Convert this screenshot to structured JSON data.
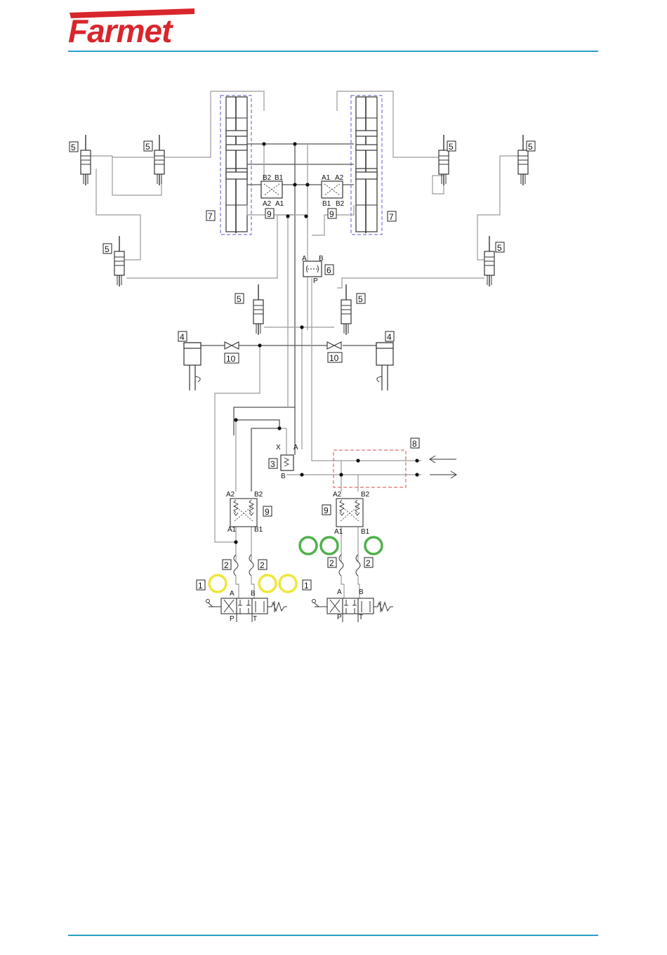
{
  "brand": {
    "logo_text": "Farmet",
    "accent": "#d8262c",
    "rule_color": "#2a9fc9"
  },
  "ports": {
    "A": "A",
    "B": "B",
    "P": "P",
    "T": "T",
    "X": "X",
    "A1": "A1",
    "A2": "A2",
    "B1": "B1",
    "B2": "B2"
  },
  "labels": {
    "n1": "1",
    "n2": "2",
    "n3": "3",
    "n4": "4",
    "n5": "5",
    "n6": "6",
    "n7": "7",
    "n8": "8",
    "n9": "9",
    "n10": "10"
  },
  "highlight_colors": {
    "yellow": "#ede83a",
    "green": "#4fb14a"
  }
}
